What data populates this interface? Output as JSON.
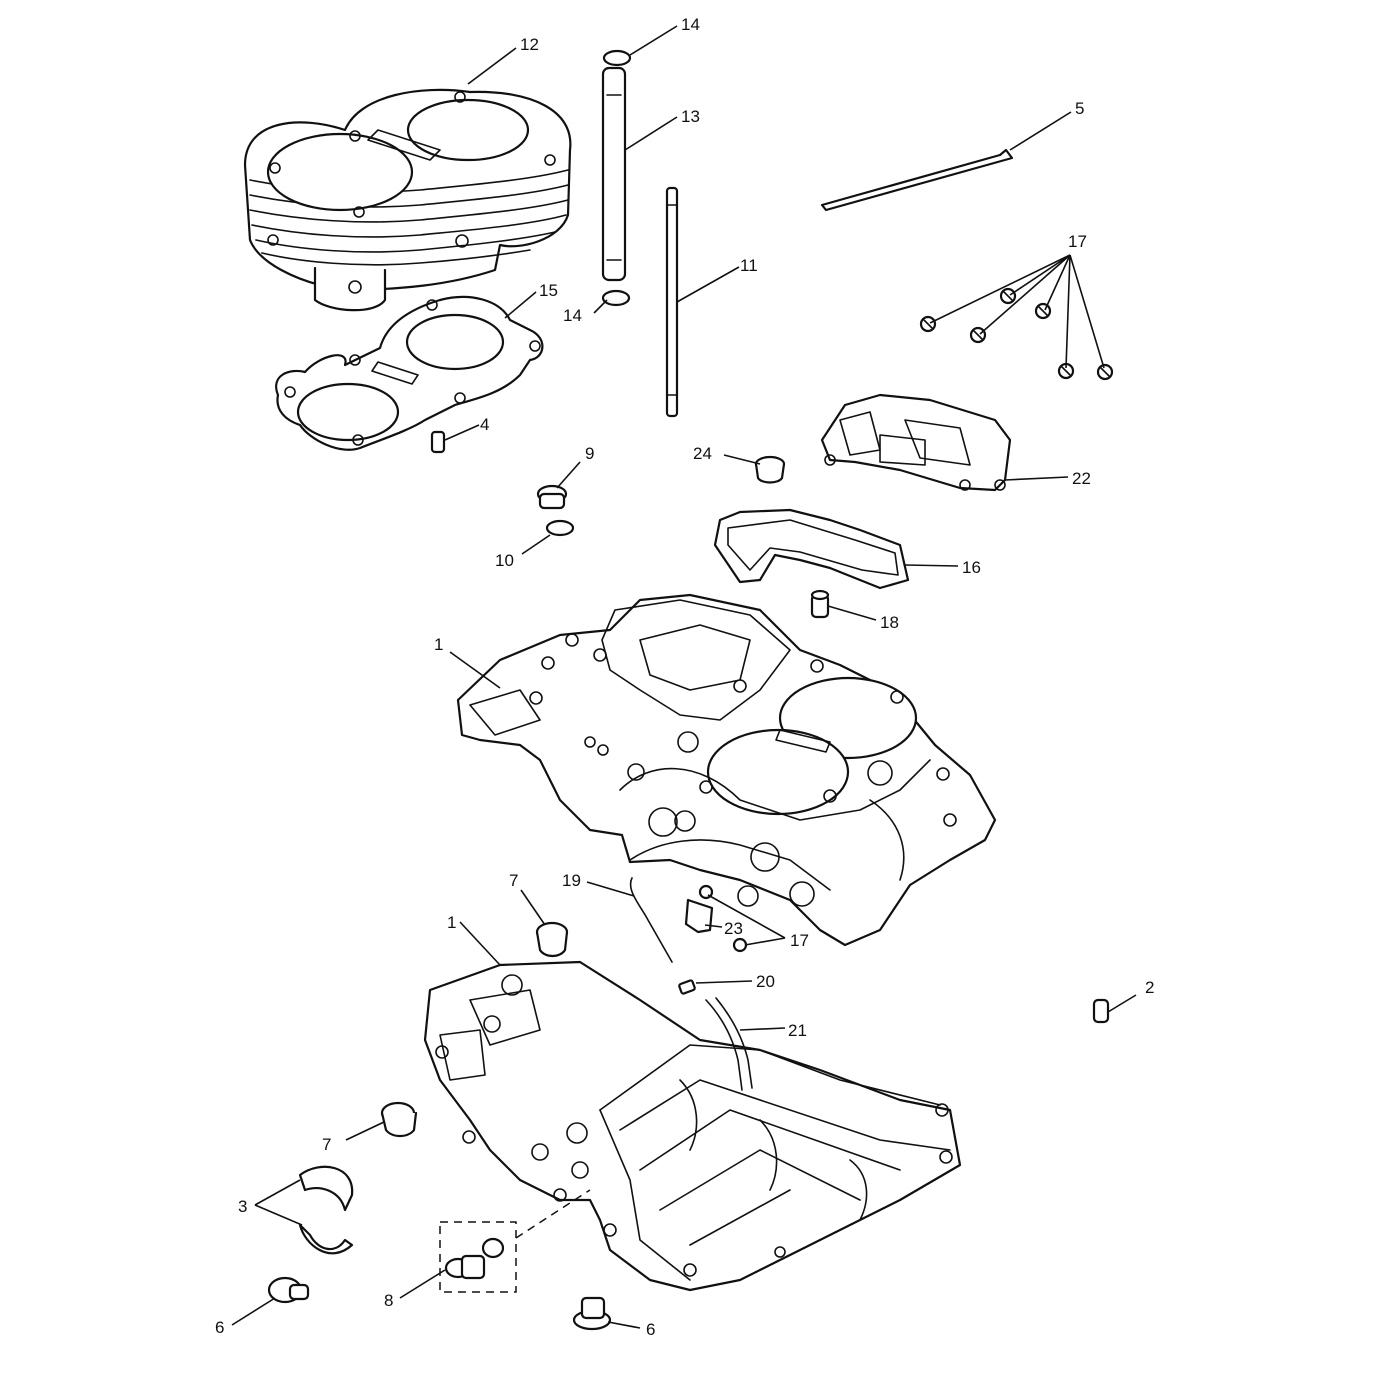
{
  "callouts": {
    "c1a": "1",
    "c1b": "1",
    "c2": "2",
    "c3": "3",
    "c4": "4",
    "c5": "5",
    "c6a": "6",
    "c6b": "6",
    "c7a": "7",
    "c7b": "7",
    "c8": "8",
    "c9": "9",
    "c10": "10",
    "c11": "11",
    "c12": "12",
    "c13": "13",
    "c14a": "14",
    "c14b": "14",
    "c15": "15",
    "c16": "16",
    "c17a": "17",
    "c17b": "17",
    "c18": "18",
    "c19": "19",
    "c20": "20",
    "c21": "21",
    "c22": "22",
    "c23": "23",
    "c24": "24"
  }
}
